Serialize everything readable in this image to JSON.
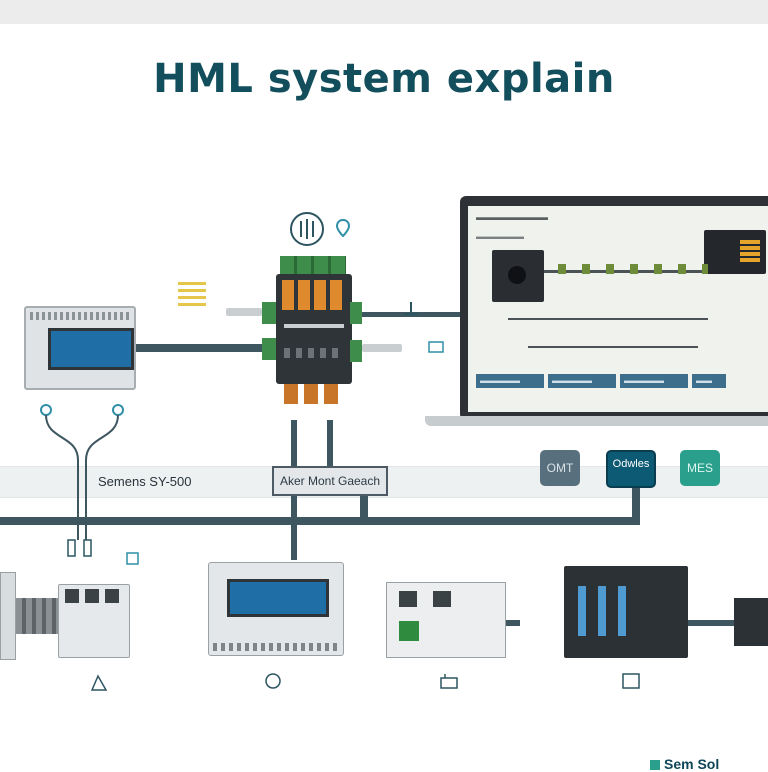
{
  "title": "HML system explain",
  "band_label": "Semens SY-500",
  "gateway_label": "Aker Mont Gaeach",
  "tags": {
    "ot": "OMT",
    "middle": "Odwles",
    "mes": "MES"
  },
  "screen": {
    "heading": "▬▬▬▬▬▬▬▬",
    "subheading": "▬▬▬▬▬▬",
    "buttons": [
      "▬▬▬▬▬",
      "▬▬▬▬▬",
      "▬▬▬▬▬",
      "▬▬"
    ]
  },
  "logo_text": "Sem Sol",
  "colors": {
    "title": "#124e5c",
    "wire": "#3e5660",
    "accent_blue": "#0d5a74",
    "accent_green": "#2a9f8b"
  }
}
